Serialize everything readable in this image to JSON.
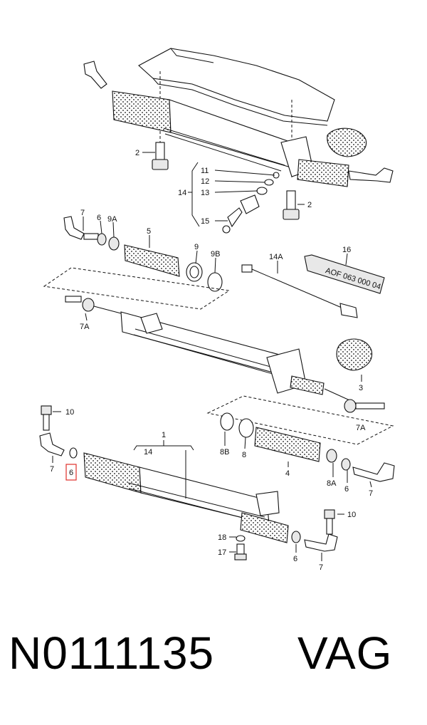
{
  "diagram": {
    "labels": {
      "l2a": "2",
      "l2b": "2",
      "l11": "11",
      "l12": "12",
      "l13": "13",
      "l14a": "14",
      "l15": "15",
      "l7a": "7",
      "l6a": "6",
      "l9Aa": "9A",
      "l5": "5",
      "l9": "9",
      "l9B": "9B",
      "l14A": "14A",
      "l16": "16",
      "l7Aa": "7A",
      "l3": "3",
      "l10a": "10",
      "l1": "1",
      "l14b": "14",
      "l7b": "7",
      "l6b": "6",
      "l8B": "8B",
      "l8": "8",
      "l4": "4",
      "l8A": "8A",
      "l6c": "6",
      "l7c": "7",
      "l7Ab": "7A",
      "l10b": "10",
      "l18": "18",
      "l17": "17",
      "l6d": "6",
      "l7d": "7"
    },
    "tube_text": "AOF 063 000 04",
    "highlight": "6"
  },
  "footer": {
    "part_number": "N0111135",
    "brand": "VAG"
  }
}
